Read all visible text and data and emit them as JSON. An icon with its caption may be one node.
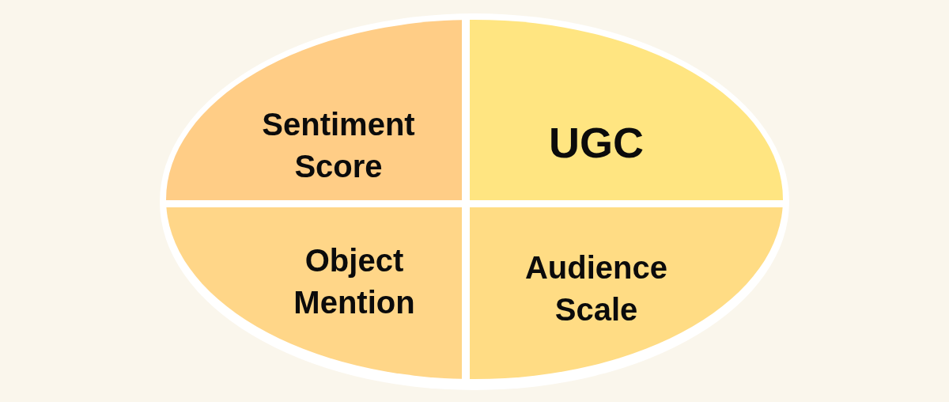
{
  "diagram": {
    "nodes": [
      {
        "text": [
          "Sentiment Score"
        ]
      },
      {
        "text": [
          "UGC"
        ]
      },
      {
        "text": [
          "Object Mention"
        ]
      },
      {
        "text": [
          "Audience Scale"
        ]
      }
    ]
  }
}
